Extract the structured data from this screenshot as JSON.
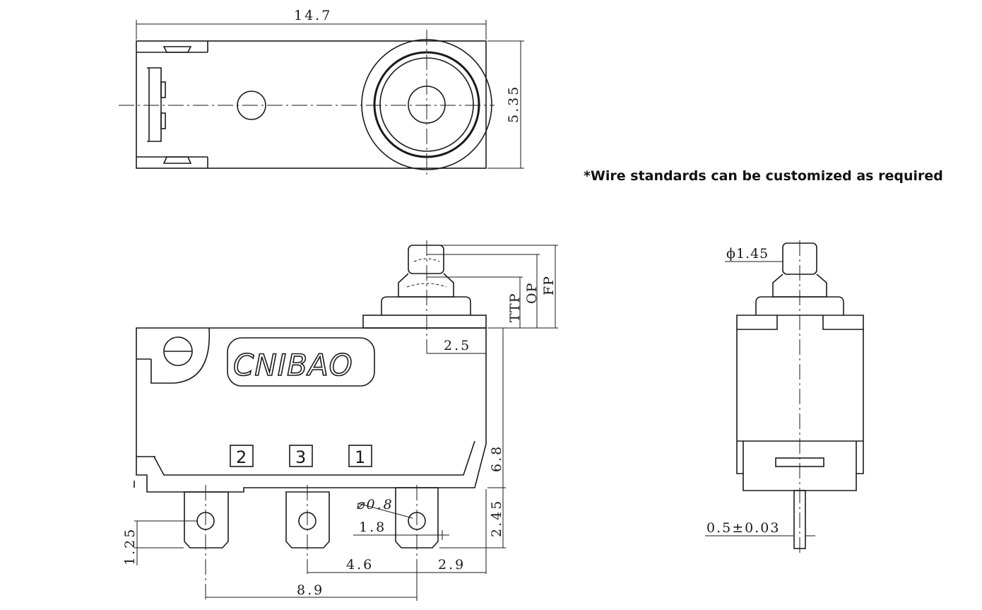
{
  "note": "*Wire standards can be customized as required",
  "brand": "CNIBAO",
  "terminals": [
    "2",
    "3",
    "1"
  ],
  "dimensions": {
    "top_length": "14.7",
    "top_width": "5.35",
    "pin_width": "2.5",
    "body_height": "6.8",
    "term_length": "2.45",
    "hole_dia": "⌀0.8",
    "hole_offset": "1.8",
    "hole_height": "1.25",
    "pitch_a": "4.6",
    "pitch_b": "2.9",
    "span": "8.9",
    "plunger_dia": "ϕ1.45",
    "wire_dia": "0.5±0.03",
    "ttp": "TTP",
    "op": "OP",
    "fp": "FP"
  }
}
